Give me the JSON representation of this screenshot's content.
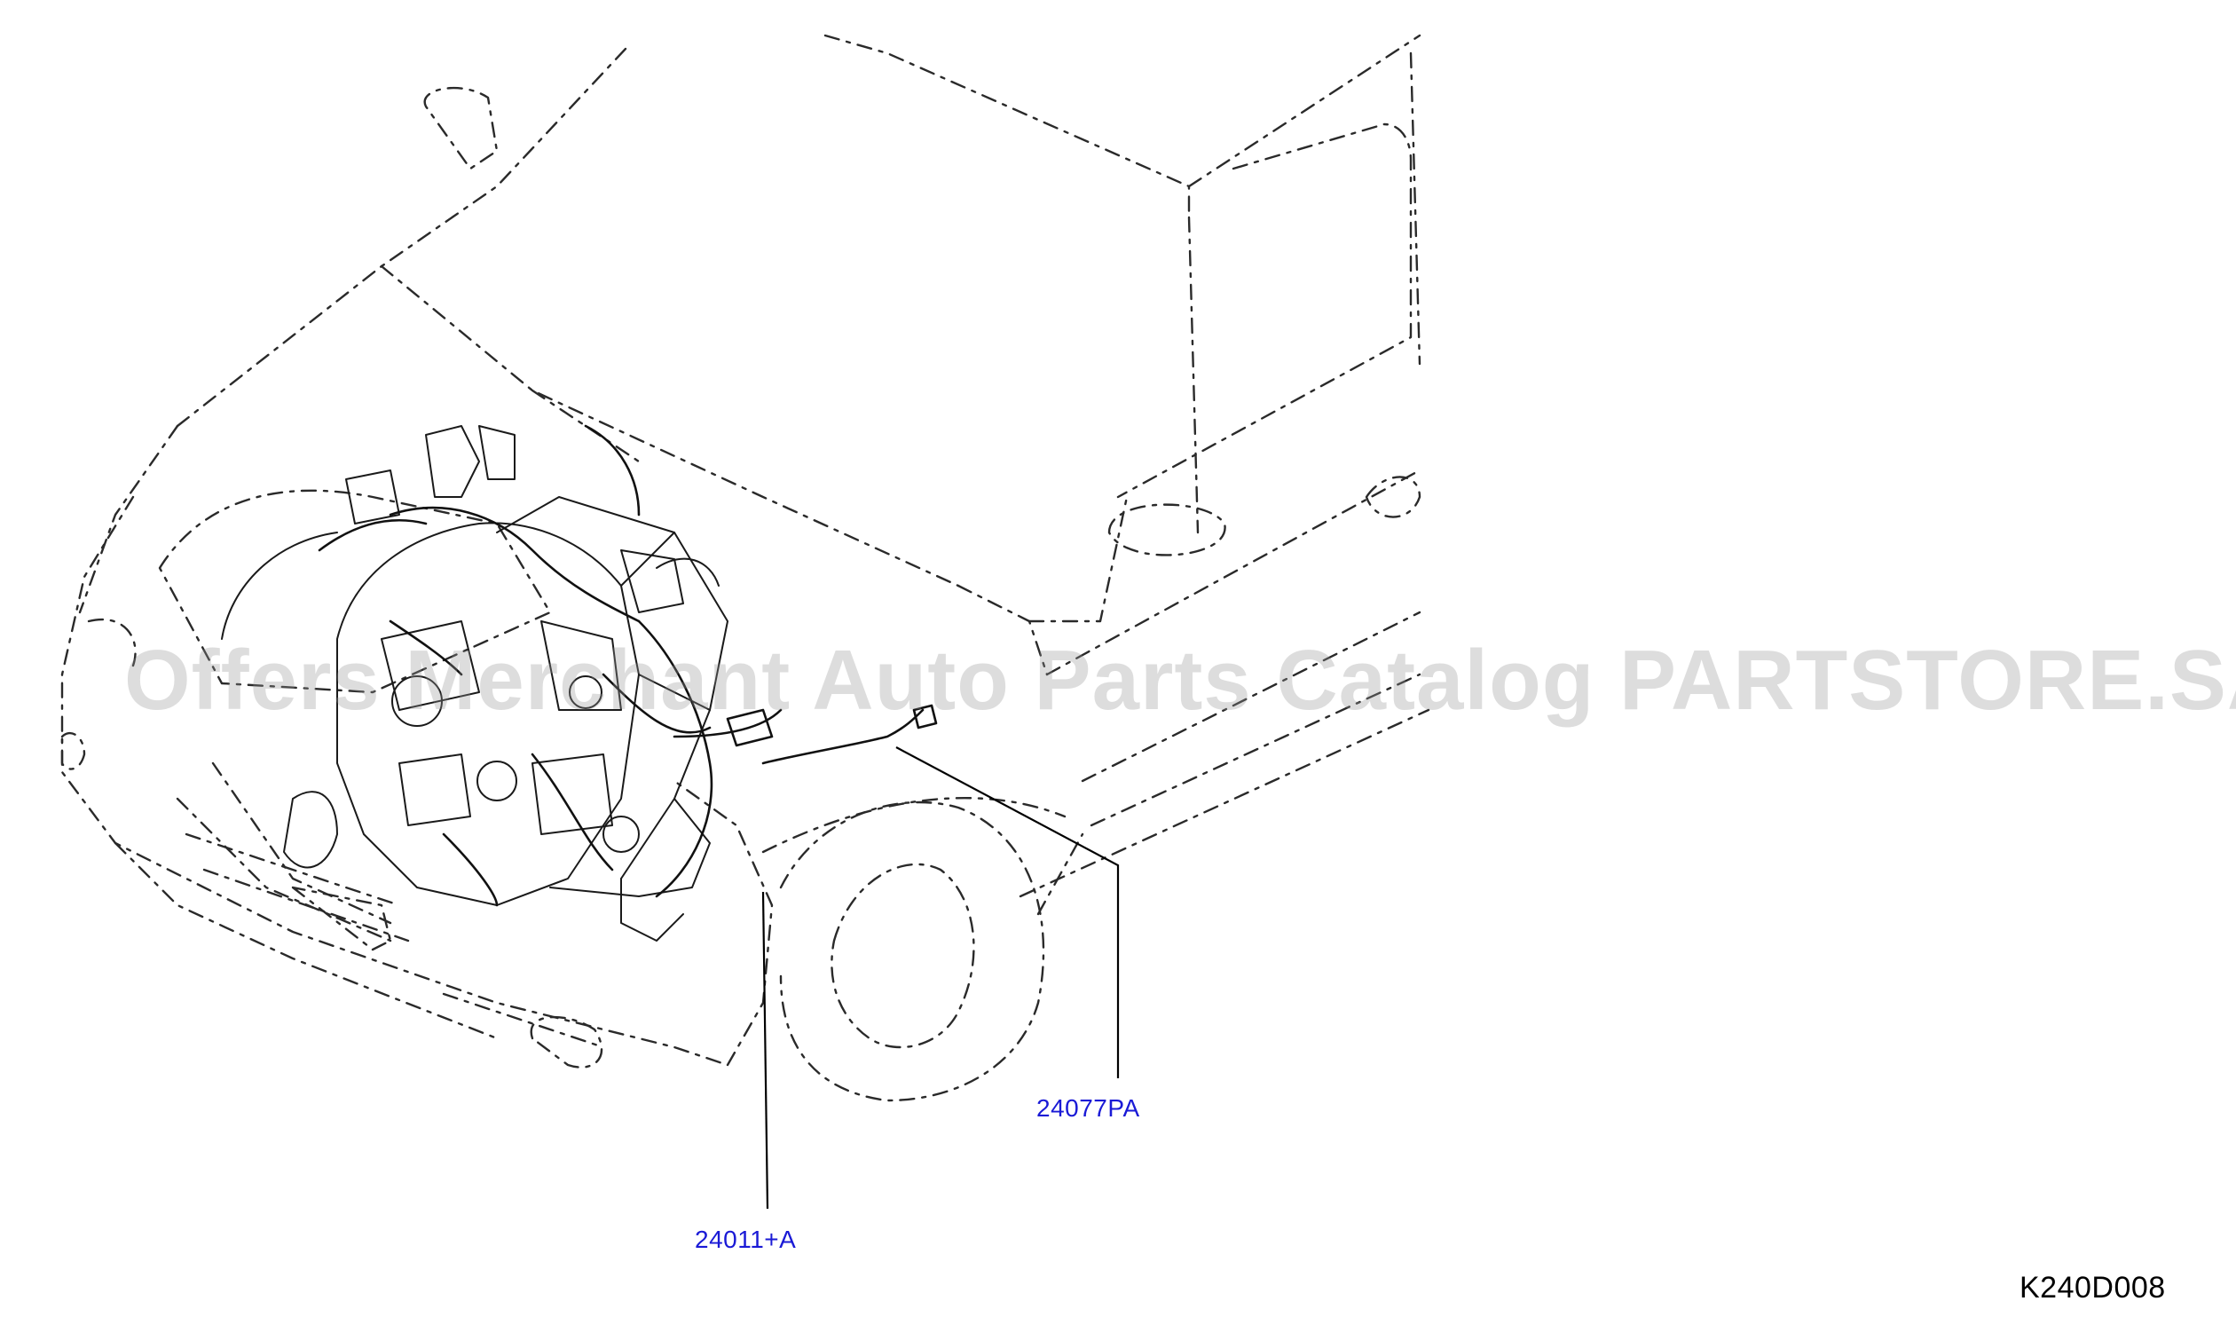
{
  "diagram": {
    "callouts": [
      {
        "part_number": "24011+A"
      },
      {
        "part_number": "24077PA"
      }
    ],
    "diagram_code": "K240D008",
    "watermark": "Offers Merchant Auto Parts Catalog PARTSTORE.SA",
    "colors": {
      "callout_text": "#1a1ad6",
      "line_art": "#1a1a1a",
      "watermark": "#969696"
    }
  }
}
